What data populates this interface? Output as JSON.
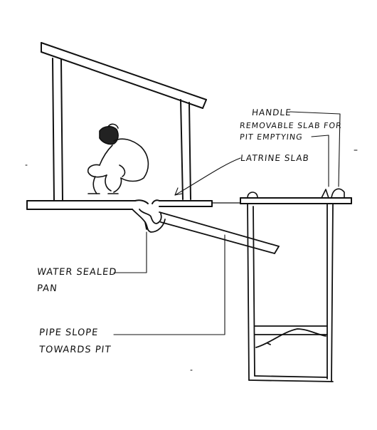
{
  "labels": {
    "handle": "HANDLE",
    "removable_slab_line1": "REMOVABLE SLAB FOR",
    "removable_slab_line2": "PIT EMPTYING",
    "latrine_slab": "LATRINE SLAB",
    "water_sealed_line1": "WATER SEALED",
    "water_sealed_line2": "PAN",
    "pipe_slope_line1": "PIPE SLOPE",
    "pipe_slope_line2": "TOWARDS PIT"
  },
  "colors": {
    "ink": "#111111",
    "paper": "#ffffff"
  }
}
